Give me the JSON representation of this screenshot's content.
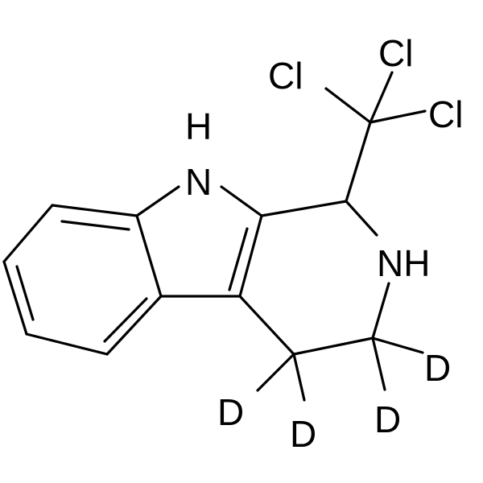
{
  "atoms": {
    "cl_1": "Cl",
    "cl_2": "Cl",
    "cl_3": "Cl",
    "n_indole_h": "H",
    "n_indole": "N",
    "n_amine": "NH",
    "d_1": "D",
    "d_2": "D",
    "d_3": "D",
    "d_4": "D"
  },
  "colors": {
    "bond": "#000000",
    "label": "#000000",
    "background": "#ffffff"
  }
}
